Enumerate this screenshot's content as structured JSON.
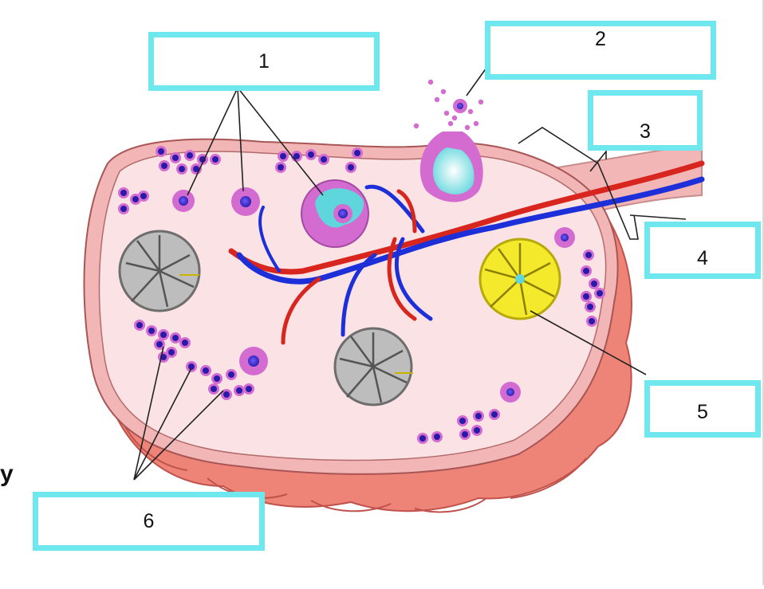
{
  "labels": {
    "l1": "1",
    "l2": "2",
    "l3": "3",
    "l4": "4",
    "l5": "5",
    "l6": "6"
  },
  "edge_text": "y",
  "colors": {
    "label_border": "#6ee8ee",
    "ovary_outer": "#ee8378",
    "ovary_inner": "#fbe2e5",
    "cortex_band": "#f3b6b6",
    "artery": "#d8261f",
    "vein": "#1c2fd8",
    "follicle_cells": "#d36bd0",
    "oocyte": "#3a2bd0",
    "antrum": "#5fd6dc",
    "corpus_luteum": "#f5e92b",
    "corpus_albicans": "#bdbdbd"
  }
}
